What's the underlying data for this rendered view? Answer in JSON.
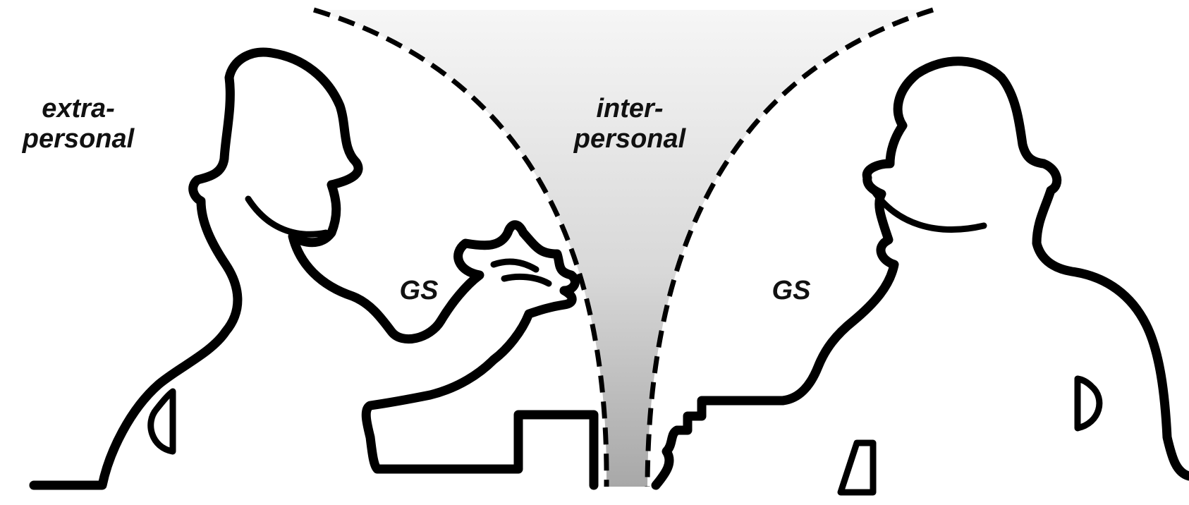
{
  "labels": {
    "extrapersonal_line1": "extra-",
    "extrapersonal_line2": "personal",
    "interpersonal_line1": "inter-",
    "interpersonal_line2": "personal",
    "gs_left": "GS",
    "gs_right": "GS"
  },
  "colors": {
    "outline": "#000000",
    "background": "#ffffff",
    "zone_gradient_top": "#f4f4f4",
    "zone_gradient_bottom": "#a8a8a8",
    "label_text": "#111111"
  }
}
